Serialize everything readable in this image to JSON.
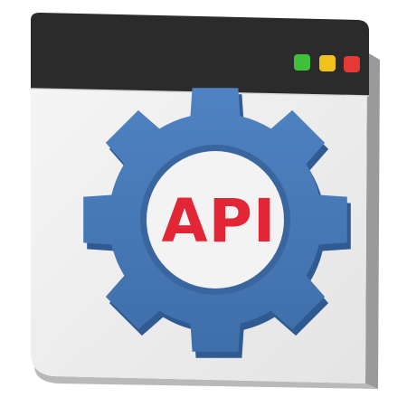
{
  "icon": {
    "name": "api-settings-window-icon",
    "label": "API",
    "colors": {
      "titlebar": "#2a2a2a",
      "window_face": "#f0f0f0",
      "window_side": "#c9c9c9",
      "gear_face": "#4a7ab8",
      "gear_shade": "#2f5a92",
      "label": "#e32636",
      "dot_green": "#3fbf3a",
      "dot_yellow": "#f2c21a",
      "dot_red": "#e53935"
    },
    "window_buttons": [
      "green-dot",
      "yellow-dot",
      "red-dot"
    ]
  }
}
